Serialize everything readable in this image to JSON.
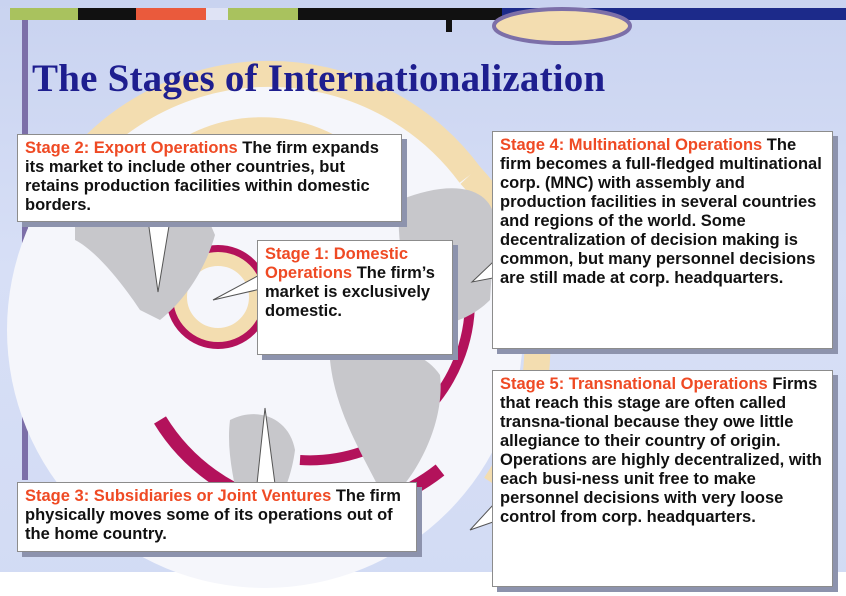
{
  "slide": {
    "title": "The Stages of Internationalization",
    "colors": {
      "title": "#1e1e8f",
      "stage_label": "#ef4a24",
      "background": "#d2dbf4",
      "ring_beige": "#f3ddb0",
      "ring_maroon": "#b3125b"
    },
    "stages": [
      {
        "label": "Stage 2: Export Operations",
        "text": " The firm expands its market to include other countries, but retains production facilities within domestic borders."
      },
      {
        "label": "Stage 1: Domestic Operations",
        "text": " The firm’s market is exclusively domestic."
      },
      {
        "label": "Stage 4: Multinational Operations",
        "text": " The firm becomes a full-fledged multinational corp. (MNC) with assembly and production facilities in several countries and regions of the world.  Some decentralization of decision making is common, but many personnel decisions are still made at corp. headquarters."
      },
      {
        "label": "Stage 3: Subsidiaries or Joint Ventures",
        "text": " The firm physically moves some of its operations out of the home country."
      },
      {
        "label": "Stage 5: Transnational Operations",
        "text": " Firms that reach this stage are often called transna-tional because they owe little allegiance to their country of origin.  Operations are highly decentralized, with each busi-ness unit free to make personnel decisions with very loose control from corp. headquarters."
      }
    ]
  }
}
